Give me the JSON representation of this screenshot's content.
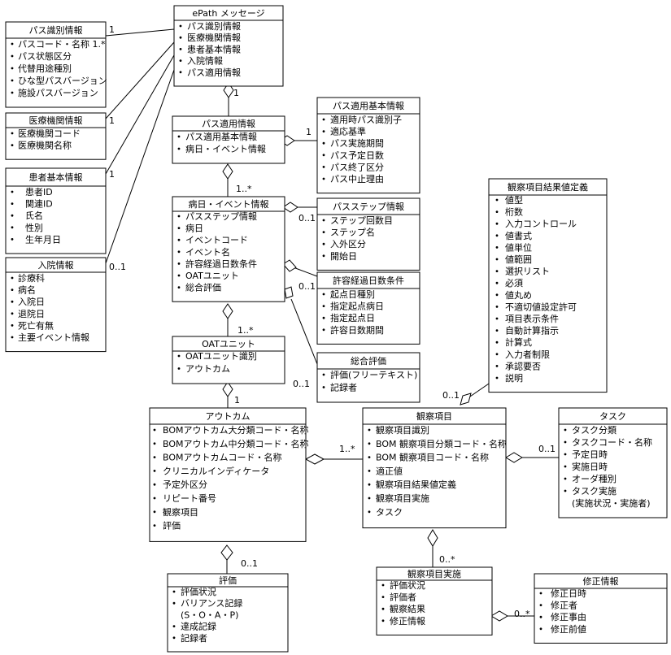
{
  "classes": {
    "epath": {
      "name": "ePath メッセージ",
      "attrs": [
        "パス識別情報",
        "医療機関情報",
        "患者基本情報",
        "入院情報",
        "パス適用情報"
      ]
    },
    "path_id": {
      "name": "パス識別情報",
      "attrs": [
        "パスコード・名称 1.*",
        "パス状態区分",
        "代替用途種別",
        "ひな型パスバージョン",
        "施設パスバージョン"
      ]
    },
    "medical": {
      "name": "医療機関情報",
      "attrs": [
        "医療機関コード",
        "医療機関名称"
      ]
    },
    "patient": {
      "name": "患者基本情報",
      "attrs": [
        "患者ID",
        "関連ID",
        "氏名",
        "性別",
        "生年月日"
      ]
    },
    "admission": {
      "name": "入院情報",
      "attrs": [
        "診療科",
        "病名",
        "入院日",
        "退院日",
        "死亡有無",
        "主要イベント情報"
      ]
    },
    "path_app": {
      "name": "パス適用情報",
      "attrs": [
        "パス適用基本情報",
        "病日・イベント情報"
      ]
    },
    "path_app_basic": {
      "name": "パス適用基本情報",
      "attrs": [
        "適用時パス識別子",
        "適応基準",
        "パス実施期間",
        "パス予定日数",
        "パス終了区分",
        "パス中止理由"
      ]
    },
    "event": {
      "name": "病日・イベント情報",
      "attrs": [
        "パスステップ情報",
        "病日",
        "イベントコード",
        "イベント名",
        "許容経過日数条件",
        "OATユニット",
        "総合評価"
      ]
    },
    "step": {
      "name": "パスステップ情報",
      "attrs": [
        "ステップ回数目",
        "ステップ名",
        "入外区分",
        "開始日"
      ]
    },
    "allow": {
      "name": "許容経過日数条件",
      "attrs": [
        "起点日種別",
        "指定起点病日",
        "指定起点日",
        "許容日数期間"
      ]
    },
    "overall": {
      "name": "総合評価",
      "attrs": [
        "評価(フリーテキスト)",
        "記録者"
      ]
    },
    "oat": {
      "name": "OATユニット",
      "attrs": [
        "OATユニット識別",
        "アウトカム"
      ]
    },
    "result_def": {
      "name": "観察項目結果値定義",
      "attrs": [
        "値型",
        "桁数",
        "入力コントロール",
        "値書式",
        "値単位",
        "値範囲",
        "選択リスト",
        "必須",
        "値丸め",
        "不適切値設定許可",
        "項目表示条件",
        "自動計算指示",
        "計算式",
        "入力者制限",
        "承認要否",
        "説明"
      ]
    },
    "outcome": {
      "name": "アウトカム",
      "attrs": [
        "BOMアウトカム大分類コード・名称",
        "BOMアウトカム中分類コード・名称",
        "BOMアウトカムコード・名称",
        "クリニカルインディケータ",
        "予定外区分",
        "リピート番号",
        "観察項目",
        "評価"
      ]
    },
    "observation": {
      "name": "観察項目",
      "attrs": [
        "観察項目識別",
        "BOM 観察項目分類コード・名称",
        "BOM 観察項目コード・名称",
        "適正値",
        "観察項目結果値定義",
        "観察項目実施",
        "タスク"
      ]
    },
    "task": {
      "name": "タスク",
      "attrs": [
        "タスク分類",
        "タスクコード・名称",
        "予定日時",
        "実施日時",
        "オーダ種別",
        "タスク実施",
        "(実施状況・実施者)"
      ]
    },
    "evaluation": {
      "name": "評価",
      "attrs": [
        "評価状況",
        "バリアンス記録",
        "(S・O・A・P)",
        "達成記録",
        "記録者"
      ]
    },
    "obs_impl": {
      "name": "観察項目実施",
      "attrs": [
        "評価状況",
        "評価者",
        "観察結果",
        "修正情報"
      ]
    },
    "modification": {
      "name": "修正情報",
      "attrs": [
        "修正日時",
        "修正者",
        "修正事由",
        "修正前値"
      ]
    }
  },
  "multiplicities": {
    "epath_pathid": "1",
    "epath_medical": "1",
    "epath_patient": "1",
    "epath_admission": "0..1",
    "epath_pathapp": "1",
    "pathapp_basic": "1",
    "pathapp_event": "1..*",
    "event_step": "0..1",
    "event_allow": "0..1",
    "event_overall": "0..1",
    "event_oat": "1..*",
    "oat_outcome": "1",
    "outcome_observation": "1..*",
    "observation_resultdef": "0..1",
    "observation_task": "0..1",
    "outcome_evaluation": "0..1",
    "observation_impl": "0..*",
    "impl_modification": "0..*"
  }
}
